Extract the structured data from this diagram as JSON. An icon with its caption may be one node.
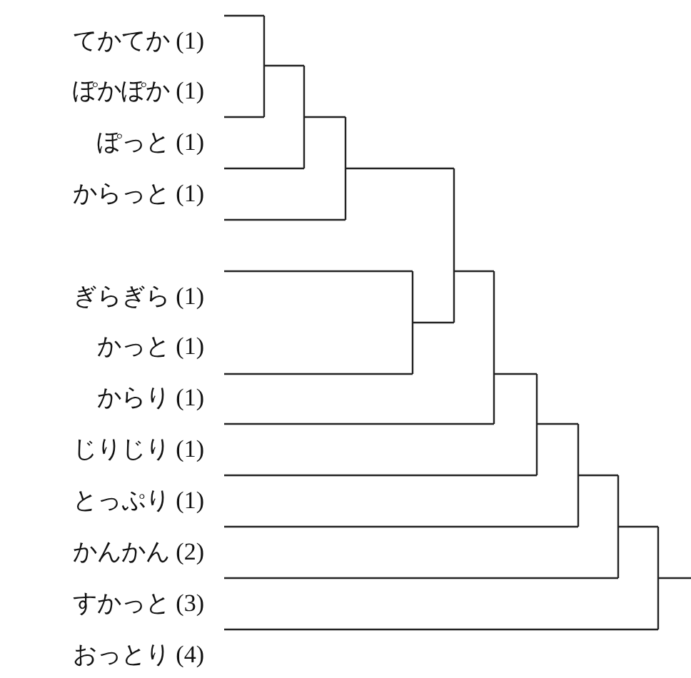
{
  "diagram": {
    "labels": [
      "てかてか (1)",
      "ぽかぽか (1)",
      "ぽっと (1)",
      "からっと (1)",
      "ぎらぎら (1)",
      "かっと (1)",
      "からり (1)",
      "じりじり (1)",
      "とっぷり (1)",
      "かんかん (2)",
      "すかっと (3)",
      "おっとり (4)"
    ]
  }
}
